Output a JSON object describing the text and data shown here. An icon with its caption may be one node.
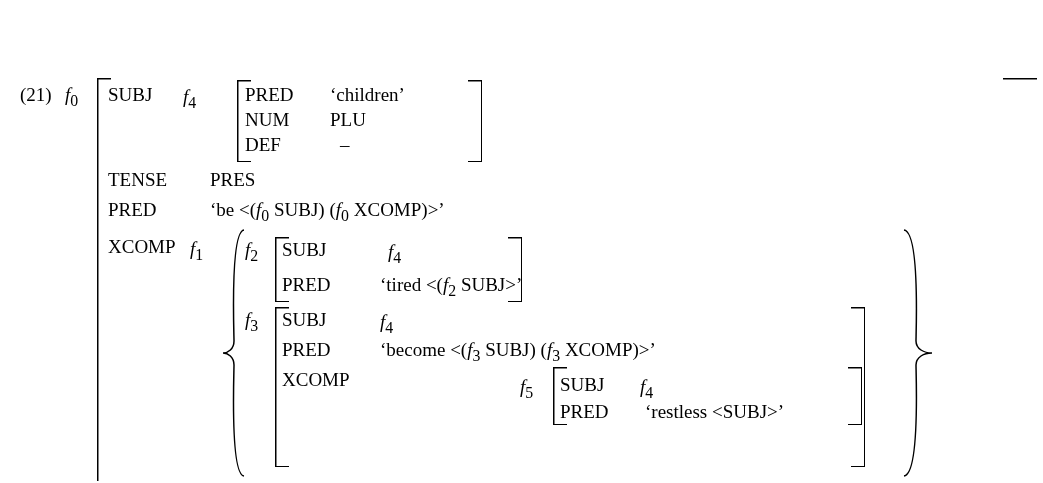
{
  "diagram": {
    "nodes": [
      {
        "text": [
          "SUBJ",
          "TENSE",
          "PRES",
          "PRED",
          "‘be <(*f*$_{0}$ SUBJ) (*f*$_{0}$ XCOMP)>’",
          "XCOMP"
        ],
        "beside": [
          "*f*$_{0}$"
        ]
      },
      {
        "text": [
          "PRED",
          "‘children’",
          "NUM",
          "PLU",
          "DEF",
          "–"
        ],
        "in": 0,
        "beside": [
          "*f*$_{4}$"
        ]
      },
      {
        "text": [],
        "shape": "brace",
        "in": 0,
        "beside": [
          "*f*$_{1}$"
        ]
      },
      {
        "text": [
          "SUBJ",
          "*f*$_{4}$",
          "PRED",
          "‘tired <(*f*$_{2}$ SUBJ>’"
        ],
        "in": 2,
        "beside": [
          "*f*$_{2}$"
        ]
      },
      {
        "text": [
          "SUBJ",
          "*f*$_{4}$",
          "PRED",
          "‘become <(*f*$_{3}$ SUBJ) (*f*$_{3}$ XCOMP)>’",
          "XCOMP"
        ],
        "in": 2,
        "beside": [
          "*f*$_{3}$"
        ]
      },
      {
        "text": [
          "SUBJ",
          "*f*$_{4}$",
          "PRED",
          "‘restless <SUBJ>’"
        ],
        "in": 4,
        "beside": [
          "*f*$_{5}$"
        ]
      }
    ],
    "edges": [],
    "labels": [
      "(21)"
    ]
  }
}
